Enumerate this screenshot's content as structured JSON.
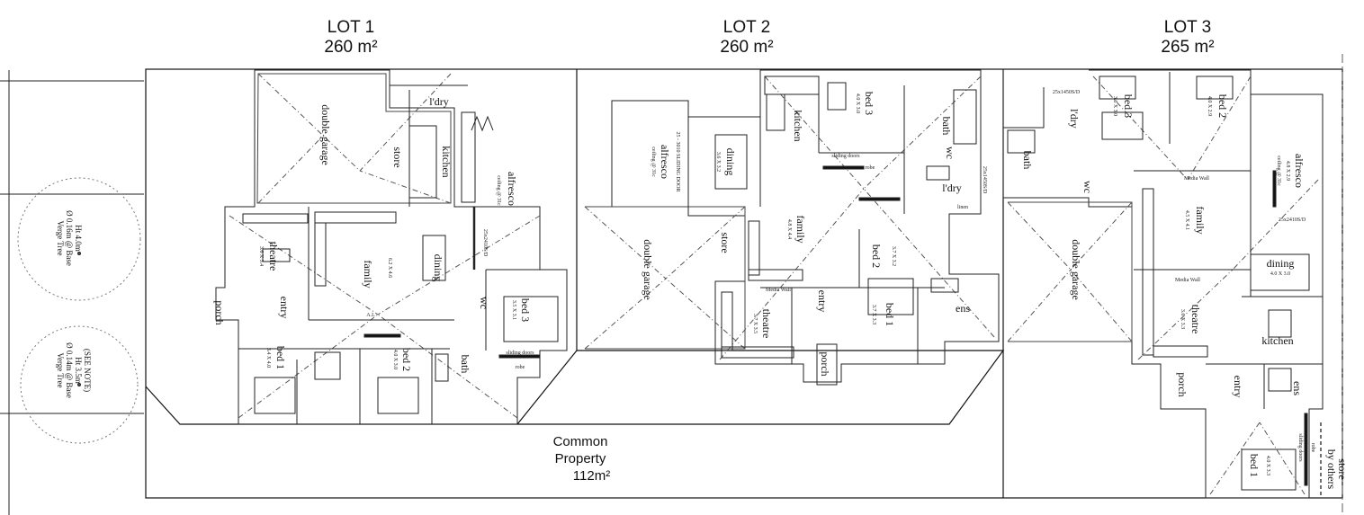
{
  "lots": [
    {
      "title": "LOT 1",
      "area": "260 m²"
    },
    {
      "title": "LOT 2",
      "area": "260 m²"
    },
    {
      "title": "LOT 3",
      "area": "265 m²"
    }
  ],
  "common": {
    "line1": "Common",
    "line2": "Property",
    "area": "112m²"
  },
  "trees": [
    {
      "l1": "Verge Tree",
      "l2": "Ø 0.16m @ Base",
      "l3": "Ht 4.0m",
      "l4": ""
    },
    {
      "l1": "Verge Tree",
      "l2": "Ø 0.14m @ Base",
      "l3": "Ht 3.5m",
      "l4": "(SEE NOTE)"
    }
  ],
  "rooms": {
    "lot1": {
      "double_garage": "double garage",
      "store": "store",
      "ldry": "l'dry",
      "kitchen": "kitchen",
      "alfresco": "alfresco",
      "alfresco_ceiling": "ceiling @ 31c",
      "theatre": "theatre",
      "theatre_dim": "3.6 X 3.4",
      "family": "family",
      "dining": "dining",
      "dining_dim": "6.2 X 4.6",
      "porch": "porch",
      "entry": "entry",
      "wc": "wc",
      "bed3": "bed 3",
      "bed3_dim": "3.5 X 3.1",
      "bed1": "bed 1",
      "bed1_dim": "3.4 X 4.0",
      "bed2": "bed 2",
      "bed2_dim": "4.0 X 3.0",
      "bath": "bath",
      "robe": "robe",
      "sliding": "sliding doors",
      "door": "25x2410S/D",
      "al": "A.L"
    },
    "lot2": {
      "kitchen": "kitchen",
      "dining": "dining",
      "dining_dim": "3.6 X 3.2",
      "alfresco": "alfresco",
      "alfresco_ceiling": "ceiling @ 31c",
      "sliding_door": "25 - 3010 SLIDING DOOR",
      "bed3": "bed 3",
      "bed3_dim": "4.0 X 3.0",
      "bath": "bath",
      "wc": "wc",
      "ldry": "l'dry",
      "linen": "linen",
      "double_garage": "double garage",
      "store": "store",
      "family": "family",
      "family_dim": "4.8 X 4.4",
      "bed2": "bed 2",
      "bed2_dim": "3.7 X 3.2",
      "media_wall": "Media Wall",
      "theatre": "theatre",
      "theatre_dim": "3.7 X 3.5",
      "entry": "entry",
      "porch": "porch",
      "bed1": "bed 1",
      "bed1_dim": "3.7 X 3.3",
      "ens": "ens",
      "robe": "robe",
      "sliding": "sliding doors",
      "door": "25x1450S/D"
    },
    "lot3": {
      "ldry": "l'dry",
      "bath": "bath",
      "wc": "wc",
      "bed3": "bed 3",
      "bed3_dim": "3.6 X 3.0",
      "bed2": "bed 2",
      "bed2_dim": "4.0 X 2.9",
      "alfresco": "alfresco",
      "alfresco_dim": "4.8 X 2.9",
      "alfresco_ceiling": "ceiling @ 31c",
      "media_wall": "Media Wall",
      "family": "family",
      "family_dim": "4.5 X 4.1",
      "door": "25x2410S/D",
      "door2": "25x1450S/D",
      "dining": "dining",
      "dining_dim": "4.0 X 3.0",
      "double_garage": "double garage",
      "theatre": "theatre",
      "theatre_dim": "3.6 X 3.3",
      "kitchen": "kitchen",
      "porch": "porch",
      "entry": "entry",
      "ens": "ens",
      "bed1": "bed 1",
      "bed1_dim": "4.0 X 3.3",
      "robe": "robe",
      "sliding": "sliding doors",
      "store": "store",
      "by_others": "by others"
    }
  },
  "colors": {
    "line": "#222222",
    "dash": "#555555"
  }
}
